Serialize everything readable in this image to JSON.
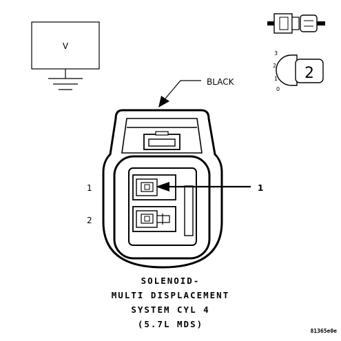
{
  "meter": {
    "symbol": "V"
  },
  "wire": {
    "color_label": "BLACK"
  },
  "pins": {
    "pin1_label": "1",
    "pin2_label": "2"
  },
  "callout": {
    "label": "1"
  },
  "inset": {
    "positions": [
      "3",
      "2",
      "1",
      "0"
    ],
    "view_number": "2"
  },
  "caption": {
    "line1": "SOLENOID-",
    "line2": "MULTI DISPLACEMENT",
    "line3": "SYSTEM CYL 4",
    "line4": "(5.7L MDS)"
  },
  "reference_code": "81365e0e"
}
